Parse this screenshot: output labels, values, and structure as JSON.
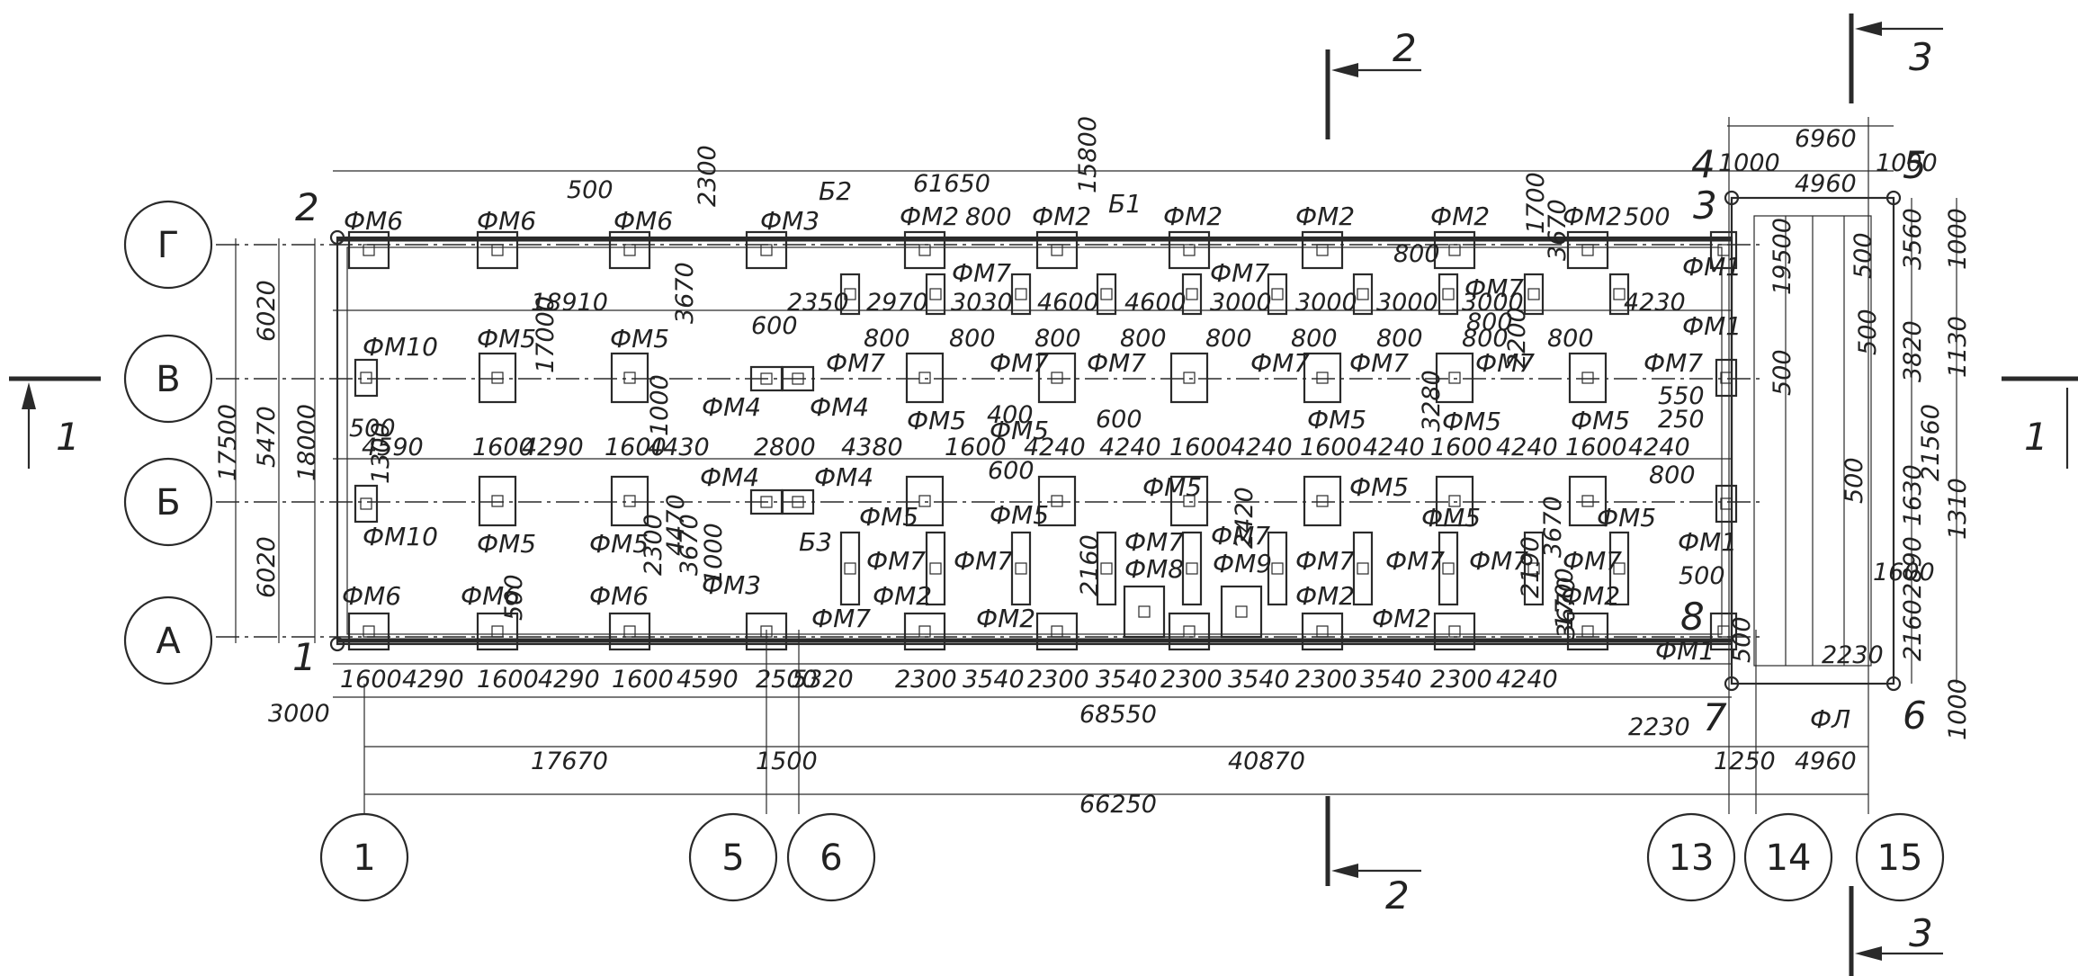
{
  "row_axes": [
    "Г",
    "В",
    "Б",
    "А"
  ],
  "column_axes": [
    "1",
    "5",
    "6",
    "13",
    "14",
    "15"
  ],
  "section_marks": {
    "s1": "1",
    "s2": "2",
    "s3": "3"
  },
  "corner_points": [
    "1",
    "2",
    "3",
    "4",
    "5",
    "6",
    "7",
    "8"
  ],
  "foundation_labels": {
    "row_g": [
      "ФМ6",
      "ФМ6",
      "ФМ6",
      "ФМ3",
      "ФМ2",
      "ФМ2",
      "ФМ2",
      "ФМ2",
      "ФМ2",
      "ФМ2",
      "ФМ1"
    ],
    "row_v": [
      "ФМ10",
      "ФМ5",
      "ФМ5",
      "ФМ4",
      "ФМ4",
      "ФМ7",
      "ФМ7",
      "ФМ7",
      "ФМ7",
      "ФМ7",
      "ФМ7",
      "ФМ7",
      "ФМ1",
      "ФМ5",
      "ФМ5",
      "ФМ5",
      "ФМ5",
      "ФМ5"
    ],
    "row_b": [
      "ФМ10",
      "ФМ5",
      "ФМ5",
      "ФМ4",
      "ФМ4",
      "ФМ5",
      "ФМ5",
      "ФМ5",
      "ФМ5",
      "ФМ5",
      "ФМ5",
      "ФМ7",
      "ФМ7",
      "ФМ7",
      "ФМ7",
      "ФМ7",
      "ФМ7",
      "ФМ7",
      "ФМ7",
      "ФМ8",
      "ФМ9",
      "ФМ1"
    ],
    "row_a": [
      "ФМ6",
      "ФМ6",
      "ФМ6",
      "ФМ3",
      "ФМ7",
      "ФМ2",
      "ФМ2",
      "ФМ2",
      "ФМ2",
      "ФМ2",
      "ФМ1"
    ],
    "mid_top": [
      "ФМ7",
      "ФМ7",
      "ФМ7"
    ],
    "beams": [
      "Б1",
      "Б2",
      "Б3"
    ],
    "other": [
      "ФЛ"
    ]
  },
  "dimensions": {
    "overall_top": "61650",
    "overall_bottom": "68550",
    "axes_total": "66250",
    "axes_1_5": "17670",
    "axes_5_6": "1500",
    "axes_6_13": "40870",
    "axes_13_14": "1250",
    "axes_14_15": "4960",
    "annex_top": "6960",
    "annex_inner": "4960",
    "annex_1000a": "1000",
    "annex_1000b": "1000",
    "bottom_chain": [
      "1600",
      "4290",
      "1600",
      "4290",
      "1600",
      "4590",
      "2500",
      "5320",
      "2300",
      "3540",
      "2300",
      "3540",
      "2300",
      "3540",
      "2300",
      "3540",
      "2300",
      "4240"
    ],
    "mid_chain": [
      "4590",
      "1600",
      "4290",
      "1600",
      "4430",
      "2800",
      "4380",
      "1600",
      "4240",
      "4240",
      "1600",
      "4240",
      "1600",
      "4240",
      "1600",
      "4240",
      "1600",
      "4240"
    ],
    "upper_chain": [
      "2350",
      "2970",
      "3030",
      "4600",
      "4600",
      "3000",
      "3000",
      "3000",
      "3000",
      "4230"
    ],
    "eight_hundreds": [
      "800",
      "800",
      "800",
      "800",
      "800",
      "800",
      "800",
      "800",
      "800",
      "800"
    ],
    "left_vertical": [
      "17500",
      "18000",
      "6020",
      "5470",
      "6020"
    ],
    "right_vertical": [
      "3560",
      "1000",
      "3820",
      "1130",
      "21560",
      "1310",
      "1630",
      "2890",
      "2160",
      "1000"
    ],
    "misc": [
      "18910",
      "17000",
      "15800",
      "2300",
      "500",
      "3670",
      "1000",
      "600",
      "600",
      "400",
      "600",
      "500",
      "1300",
      "4470",
      "3670",
      "1000",
      "2300",
      "500",
      "2160",
      "2420",
      "3280",
      "2200",
      "3670",
      "2190",
      "3670",
      "1700",
      "1700",
      "3670",
      "550",
      "250",
      "800",
      "500",
      "19500",
      "500",
      "500",
      "500",
      "500",
      "500",
      "2230",
      "2230",
      "1600",
      "500",
      "800",
      "800",
      "3000"
    ]
  },
  "colors": {
    "line": "#2a2a2a",
    "background": "#ffffff"
  }
}
